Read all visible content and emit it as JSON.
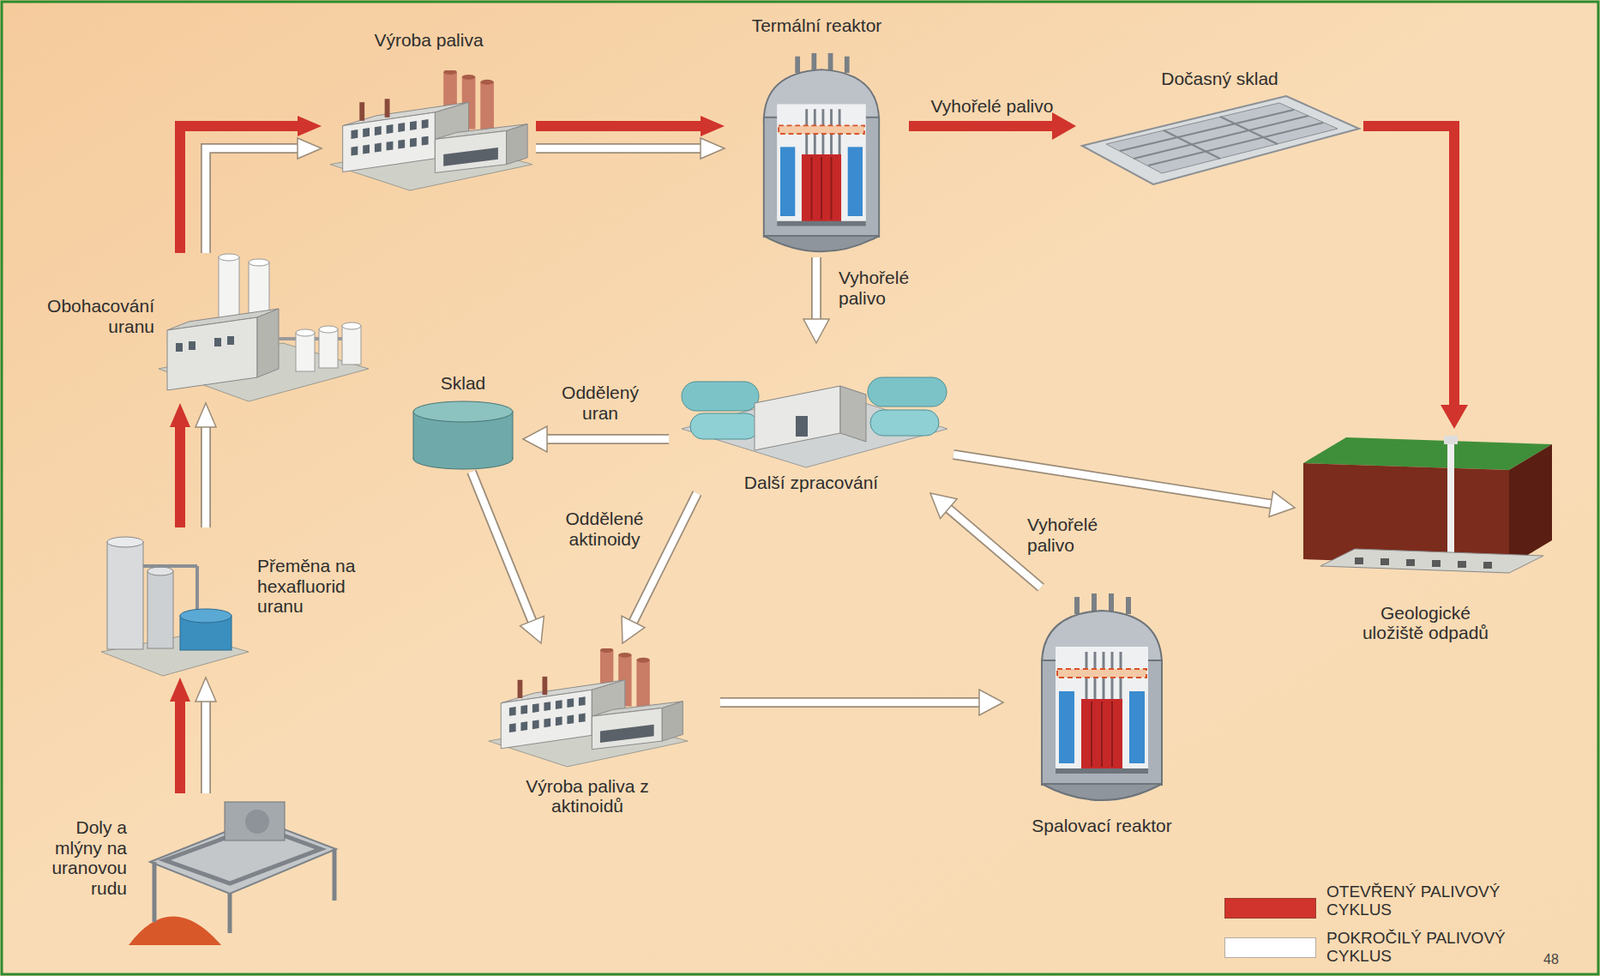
{
  "diagram": {
    "nodes": [
      {
        "text": [
          "Výroba paliva"
        ]
      },
      {
        "text": [
          "Termální reaktor"
        ]
      },
      {
        "text": [
          "Dočasný sklad"
        ]
      },
      {
        "text": [
          "Obohacování uranu"
        ]
      },
      {
        "text": [
          "Sklad"
        ]
      },
      {
        "text": [
          "Další zpracování"
        ]
      },
      {
        "text": [
          "Přeměna na hexafluorid uranu"
        ]
      },
      {
        "text": [
          "Geologické uložiště odpadů"
        ]
      },
      {
        "text": [
          "Výroba paliva z aktinoidů"
        ]
      },
      {
        "text": [
          "Spalovací reaktor"
        ]
      },
      {
        "text": [
          "Doly a mlýny na uranovou rudu"
        ]
      }
    ],
    "edges": [
      {
        "from": 10,
        "to": 6,
        "arrow": "to"
      },
      {
        "from": 6,
        "to": 3,
        "arrow": "to"
      },
      {
        "from": 3,
        "to": 0,
        "arrow": "to"
      },
      {
        "from": 0,
        "to": 1,
        "arrow": "to"
      },
      {
        "from": 1,
        "to": 2,
        "arrow": "to",
        "label": "Vyhořelé palivo"
      },
      {
        "from": 2,
        "to": 7,
        "arrow": "to"
      },
      {
        "from": 1,
        "to": 5,
        "arrow": "to",
        "label": "Vyhořelé palivo"
      },
      {
        "from": 5,
        "to": 4,
        "arrow": "to",
        "label": "Oddělený uran"
      },
      {
        "from": 4,
        "to": 8,
        "arrow": "to"
      },
      {
        "from": 5,
        "to": 8,
        "arrow": "to",
        "label": "Oddělené aktinoidy"
      },
      {
        "from": 5,
        "to": 7,
        "arrow": "to"
      },
      {
        "from": 8,
        "to": 9,
        "arrow": "to"
      },
      {
        "from": 9,
        "to": 5,
        "arrow": "to",
        "label": "Vyhořelé palivo"
      }
    ],
    "labels": [
      "48"
    ],
    "legend": [
      {
        "text": "OTEVŘENÝ PALIVOVÝ CYKLUS",
        "color": "#d0342c"
      },
      {
        "text": "POKROČILÝ PALIVOVÝ CYKLUS",
        "color": "#ffffff"
      }
    ]
  }
}
